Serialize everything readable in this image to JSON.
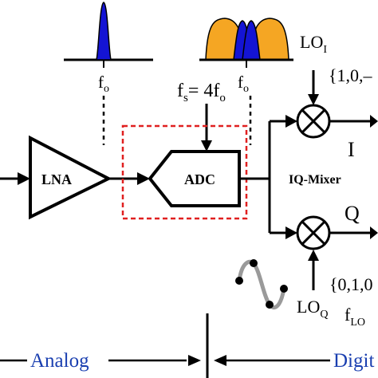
{
  "spectra": {
    "left_freq_label": "f",
    "left_freq_sub": "o",
    "right_freq_label": "f",
    "right_freq_sub": "o",
    "signal_color": "#1414d4",
    "alias_color": "#f5a623"
  },
  "sampling": {
    "label_f": "f",
    "label_f_sub": "s",
    "label_eq": "= 4f",
    "label_eq_sub": "o"
  },
  "blocks": {
    "lna": "LNA",
    "adc": "ADC",
    "adc_box_color": "#e02020"
  },
  "mixer": {
    "title": "IQ-Mixer",
    "i_label": "I",
    "q_label": "Q",
    "lo_i": "LO",
    "lo_i_sub": "I",
    "lo_i_seq": "{1,0,–",
    "lo_q": "LO",
    "lo_q_sub": "Q",
    "lo_q_seq": "{0,1,0",
    "f_lo": "f",
    "f_lo_sub": "LO"
  },
  "domains": {
    "analog": "Analog",
    "digital": "Digit",
    "label_color": "#1a3fb0"
  }
}
